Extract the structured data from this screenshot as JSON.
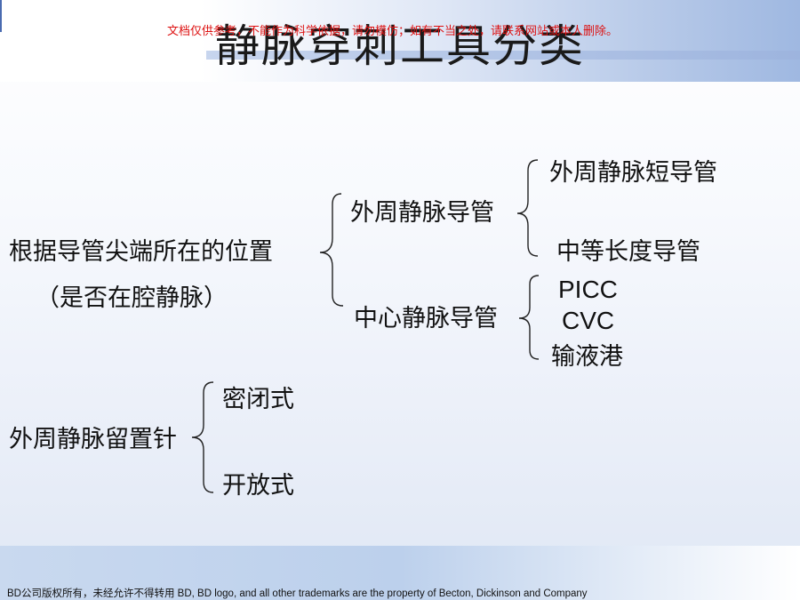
{
  "watermark": "文档仅供参考，不能作为科学依据，请勿模仿；如有不当之处，请联系网站或本人删除。",
  "title": "静脉穿刺工具分类",
  "tree1": {
    "root_line1": "根据导管尖端所在的位置",
    "root_line2": "（是否在腔静脉）",
    "branch_peripheral": "外周静脉导管",
    "leaf_short": "外周静脉短导管",
    "leaf_midline": "中等长度导管",
    "branch_central": "中心静脉导管",
    "leaf_picc": "PICC",
    "leaf_cvc": "CVC",
    "leaf_port": "输液港"
  },
  "tree2": {
    "root": "外周静脉留置针",
    "leaf_closed": "密闭式",
    "leaf_open": "开放式"
  },
  "footer": "BD公司版权所有，未经允许不得转用 BD, BD logo, and all other trademarks are the property of Becton, Dickinson and Company",
  "colors": {
    "watermark": "#dd1111",
    "band": "#9fb8e1",
    "text": "#111111"
  }
}
